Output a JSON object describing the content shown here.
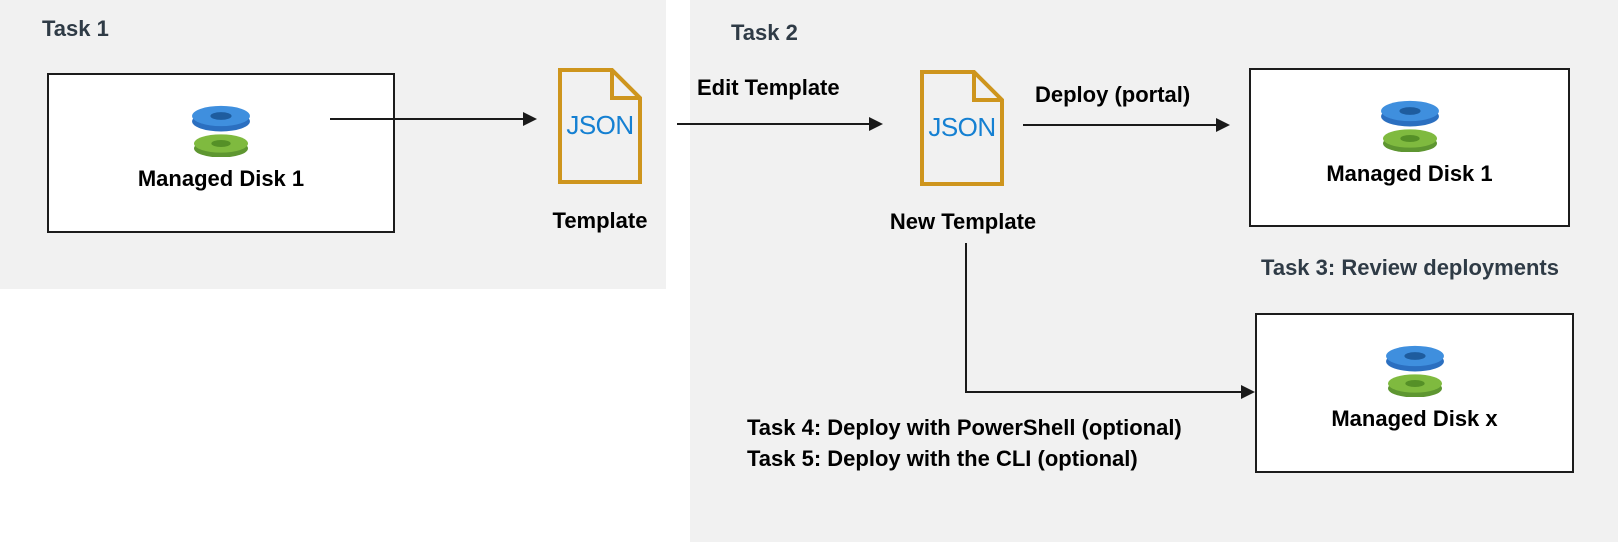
{
  "colors": {
    "panel_bg": "#f1f1f1",
    "heading": "#2f3b46",
    "json_amber": "#ce951d",
    "json_blue": "#1580d2",
    "disk_blue_top": "#3f8fde",
    "disk_blue_side": "#2b6fc0",
    "disk_blue_hole": "#1e5c9e",
    "disk_green_top": "#7fba3f",
    "disk_green_side": "#5e9631",
    "disk_green_hole": "#559027"
  },
  "task1": {
    "title": "Task 1",
    "disk_box_label": "Managed Disk 1",
    "json_file_text": "JSON",
    "json_caption": "Template"
  },
  "task2": {
    "title": "Task 2",
    "edit_arrow_label": "Edit Template",
    "json_file_text": "JSON",
    "json_caption": "New Template",
    "deploy_arrow_label": "Deploy (portal)",
    "disk_box_label": "Managed Disk 1"
  },
  "task3": {
    "title": "Task 3: Review deployments",
    "disk_box_label": "Managed Disk x"
  },
  "task45": {
    "line1": "Task 4: Deploy with PowerShell (optional)",
    "line2": "Task 5: Deploy with the CLI (optional)"
  }
}
